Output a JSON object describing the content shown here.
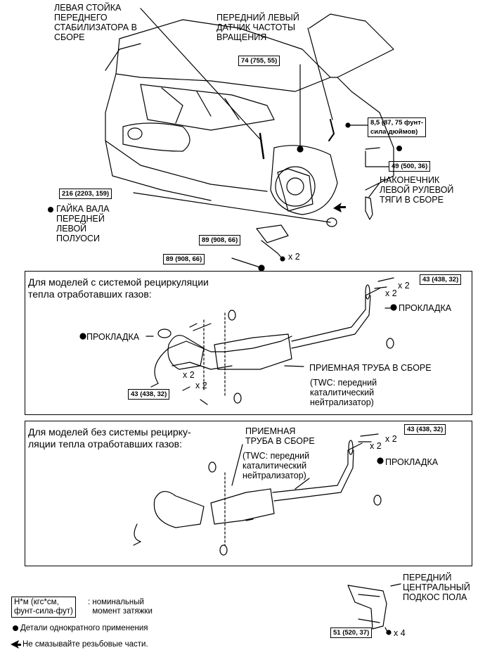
{
  "top": {
    "label_stabilizer": "ЛЕВАЯ СТОЙКА\nПЕРЕДНЕГО\nСТАБИЛИЗАТОРА В\nСБОРЕ",
    "label_speed_sensor": "ПЕРЕДНИЙ ЛЕВЫЙ\nДАТЧИК ЧАСТОТЫ\nВРАЩЕНИЯ",
    "torque_74": "74 (755, 55)",
    "torque_8_5": "8,5 (87, 75 фунт-\nсила-дюймов)",
    "torque_49": "49 (500, 36)",
    "label_tie_rod": "НАКОНЕЧНИК\nЛЕВОЙ РУЛЕВОЙ\nТЯГИ В СБОРЕ",
    "torque_216": "216 (2203, 159)",
    "label_nut": "ГАЙКА ВАЛА\nПЕРЕДНЕЙ\nЛЕВОЙ\nПОЛУОСИ",
    "torque_89a": "89 (908, 66)",
    "torque_89b": "89 (908, 66)",
    "x2": "x 2"
  },
  "panel1": {
    "title": "Для моделей с системой рециркуляции\nтепла отработавших газов:",
    "torque_rear": "43 (438, 32)",
    "torque_front": "43 (438, 32)",
    "gasket_right": "ПРОКЛАДКА",
    "gasket_left": "ПРОКЛАДКА",
    "pipe_label": "ПРИЕМНАЯ ТРУБА В СБОРЕ",
    "twc_label": "(TWC: передний\nкаталитический\nнейтрализатор)",
    "x2": "x 2"
  },
  "panel2": {
    "title": "Для моделей без системы рецирку-\nляции тепла отработавших газов:",
    "pipe_label": "ПРИЕМНАЯ\nТРУБА В СБОРЕ",
    "twc_label": "(TWC: передний\nкаталитический\nнейтрализатор)",
    "torque_rear": "43 (438, 32)",
    "gasket_right": "ПРОКЛАДКА",
    "x2": "x 2"
  },
  "bottom": {
    "brace_label": "ПЕРЕДНИЙ\nЦЕНТРАЛЬНЫЙ\nПОДКОС ПОЛА",
    "torque_51": "51 (520, 37)",
    "x4": "x 4",
    "legend_box": "Н*м (кгс*см,\nфунт-сила-фут)",
    "legend_torque": ": номинальный\n  момент затяжки",
    "legend_single_use": "Детали однократного применения",
    "legend_no_lube": "Не смазывайте резьбовые части."
  }
}
